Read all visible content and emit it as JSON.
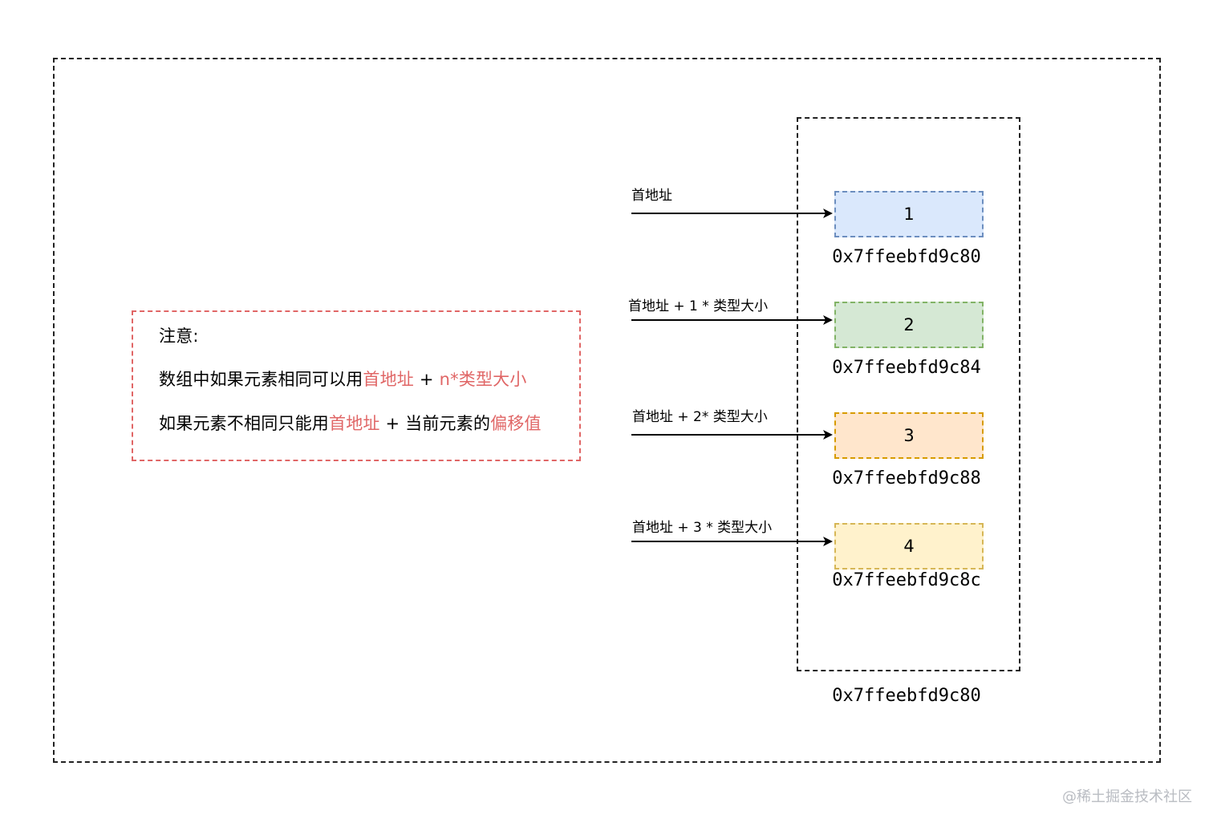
{
  "note": {
    "title": "注意:",
    "line1": {
      "prefix": "数组中如果元素相同可以用",
      "hl1": "首地址",
      "plus": " + ",
      "hl2": "n*类型大小"
    },
    "line2": {
      "prefix": "如果元素不相同只能用",
      "hl1": "首地址",
      "mid": " + 当前元素的",
      "hl2": "偏移值"
    }
  },
  "cells": [
    {
      "value": "1",
      "address": "0x7ffeebfd9c80",
      "fill": "#dae8fc",
      "border": "#6c8ebf",
      "arrow_label": "首地址"
    },
    {
      "value": "2",
      "address": "0x7ffeebfd9c84",
      "fill": "#d5e8d4",
      "border": "#82b366",
      "arrow_label": "首地址 + 1 * 类型大小"
    },
    {
      "value": "3",
      "address": "0x7ffeebfd9c88",
      "fill": "#ffe6cc",
      "border": "#d79b00",
      "arrow_label": "首地址 + 2* 类型大小"
    },
    {
      "value": "4",
      "address": "0x7ffeebfd9c8c",
      "fill": "#fff2cc",
      "border": "#d6b656",
      "arrow_label": "首地址 + 3 * 类型大小"
    }
  ],
  "frame_address": "0x7ffeebfd9c80",
  "watermark": "@稀土掘金技术社区",
  "colors": {
    "highlight": "#e06666"
  }
}
